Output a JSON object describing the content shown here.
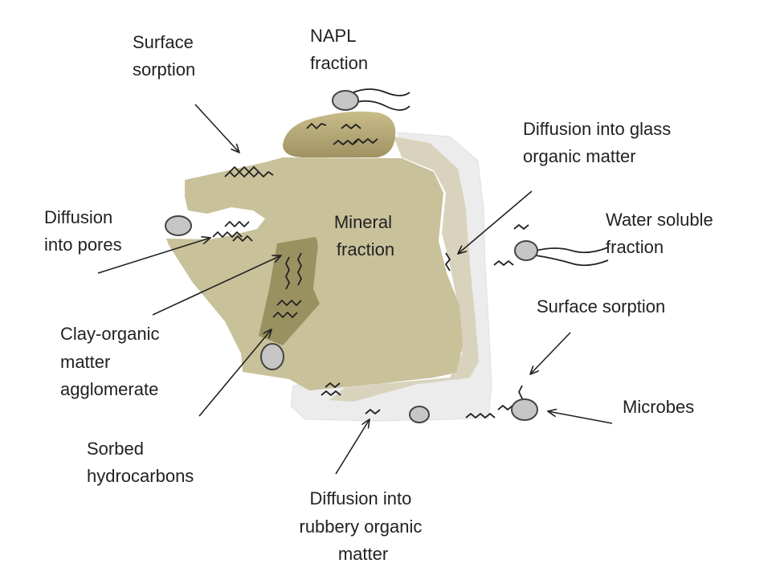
{
  "labels": {
    "surface_sorption_top": [
      "Surface",
      "sorption"
    ],
    "napl_fraction": [
      "NAPL",
      "fraction"
    ],
    "diffusion_glass": [
      "Diffusion into glass",
      "organic matter"
    ],
    "diffusion_pores": [
      "Diffusion",
      "into pores"
    ],
    "mineral_fraction": [
      "Mineral",
      "fraction"
    ],
    "water_soluble": [
      "Water soluble",
      "fraction"
    ],
    "surface_sorption_right": [
      "Surface sorption"
    ],
    "clay_organic": [
      "Clay-organic",
      "matter",
      "agglomerate"
    ],
    "microbes": [
      "Microbes"
    ],
    "sorbed_hydrocarbons": [
      "Sorbed",
      "hydrocarbons"
    ],
    "diffusion_rubbery": [
      "Diffusion into",
      "rubbery organic",
      "matter"
    ]
  },
  "colors": {
    "mineral": "#c8c19a",
    "napl": "#ada06a",
    "clay": "#9a9160",
    "glassy_organic": "#dbd6c2",
    "rubbery_organic": "#ececec",
    "microbe": "#c6c6c6"
  }
}
